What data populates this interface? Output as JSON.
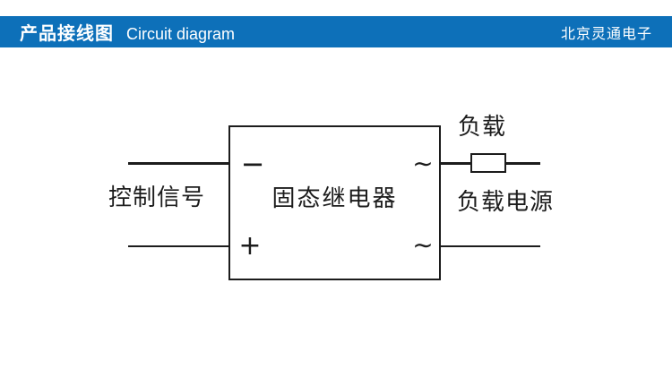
{
  "header": {
    "title_zh": "产品接线图",
    "title_en": "Circuit diagram",
    "company": "北京灵通电子",
    "bar_color": "#0d70b9",
    "text_color": "#ffffff"
  },
  "diagram": {
    "relay_label": "固态继电器",
    "control_label": "控制信号",
    "load_label": "负载",
    "load_power_label": "负载电源",
    "terminals": {
      "dc_minus": "−",
      "dc_plus": "+",
      "ac_top": "∼",
      "ac_bottom": "∼"
    },
    "line_color": "#1c1c1c"
  }
}
